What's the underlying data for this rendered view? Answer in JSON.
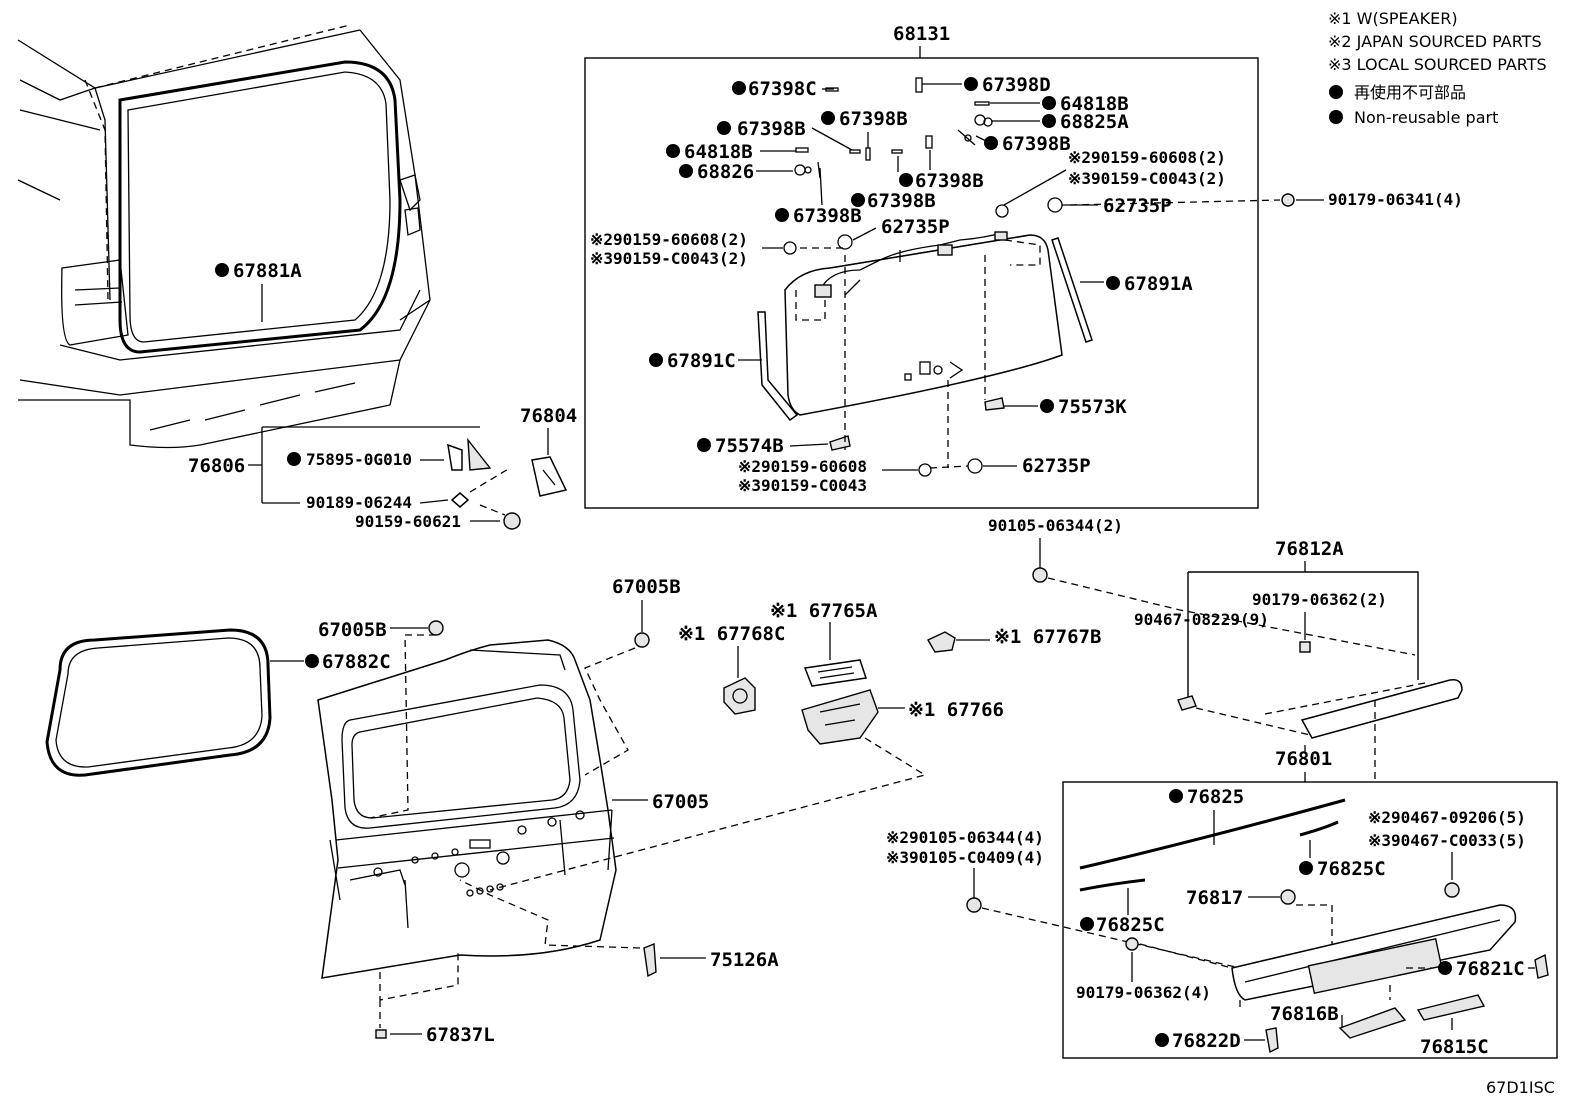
{
  "legend": {
    "note1": "※1 W(SPEAKER)",
    "note2": "※2 JAPAN SOURCED PARTS",
    "note3": "※3 LOCAL SOURCED PARTS",
    "non_reusable_jp": "再使用不可部品",
    "non_reusable_en": "Non-reusable part"
  },
  "diagram_code": "67D1ISC",
  "labels": {
    "p68131": "68131",
    "p67398C": "67398C",
    "p67398D": "67398D",
    "p64818B_a": "64818B",
    "p68825A": "68825A",
    "p67398B_1": "67398B",
    "p67398B_2": "67398B",
    "p67398B_3": "67398B",
    "p64818B_b": "64818B",
    "p68826": "68826",
    "p67398B_4": "67398B",
    "p67398B_5": "67398B",
    "p67398B_6": "67398B",
    "j90159_60608_a": "※290159-60608(2)",
    "l90159_C0043_a": "※390159-C0043(2)",
    "p62735P_a": "62735P",
    "p90179_06341": "90179-06341(4)",
    "j90159_60608_b": "※290159-60608(2)",
    "l90159_C0043_b": "※390159-C0043(2)",
    "p62735P_b": "62735P",
    "p67891A": "67891A",
    "p67891C": "67891C",
    "p75573K": "75573K",
    "p75574B": "75574B",
    "j90159_60608_c": "※290159-60608",
    "l90159_C0043_c": "※390159-C0043",
    "p62735P_c": "62735P",
    "p67881A": "67881A",
    "p76804": "76804",
    "p76806": "76806",
    "p75895": "75895-0G010",
    "p90189_06244": "90189-06244",
    "p90159_60621": "90159-60621",
    "p90105_06344_2": "90105-06344(2)",
    "p76812A": "76812A",
    "p90179_06362_2": "90179-06362(2)",
    "p90467_08229": "90467-08229(9)",
    "p67005B_a": "67005B",
    "p67005B_b": "67005B",
    "p67882C": "67882C",
    "p67768C": "※1 67768C",
    "p67765A": "※1 67765A",
    "p67767B": "※1 67767B",
    "p67766": "※1 67766",
    "p67005": "67005",
    "p76801": "76801",
    "p76825": "76825",
    "j90467_09206": "※290467-09206(5)",
    "l90467_C0033": "※390467-C0033(5)",
    "j90105_06344_4": "※290105-06344(4)",
    "l90105_C0409_4": "※390105-C0409(4)",
    "p76825C_a": "76825C",
    "p76817": "76817",
    "p76825C_b": "76825C",
    "p90179_06362_4": "90179-06362(4)",
    "p76821C": "76821C",
    "p76816B": "76816B",
    "p76815C": "76815C",
    "p76822D": "76822D",
    "p75126A": "75126A",
    "p67837L": "67837L"
  }
}
